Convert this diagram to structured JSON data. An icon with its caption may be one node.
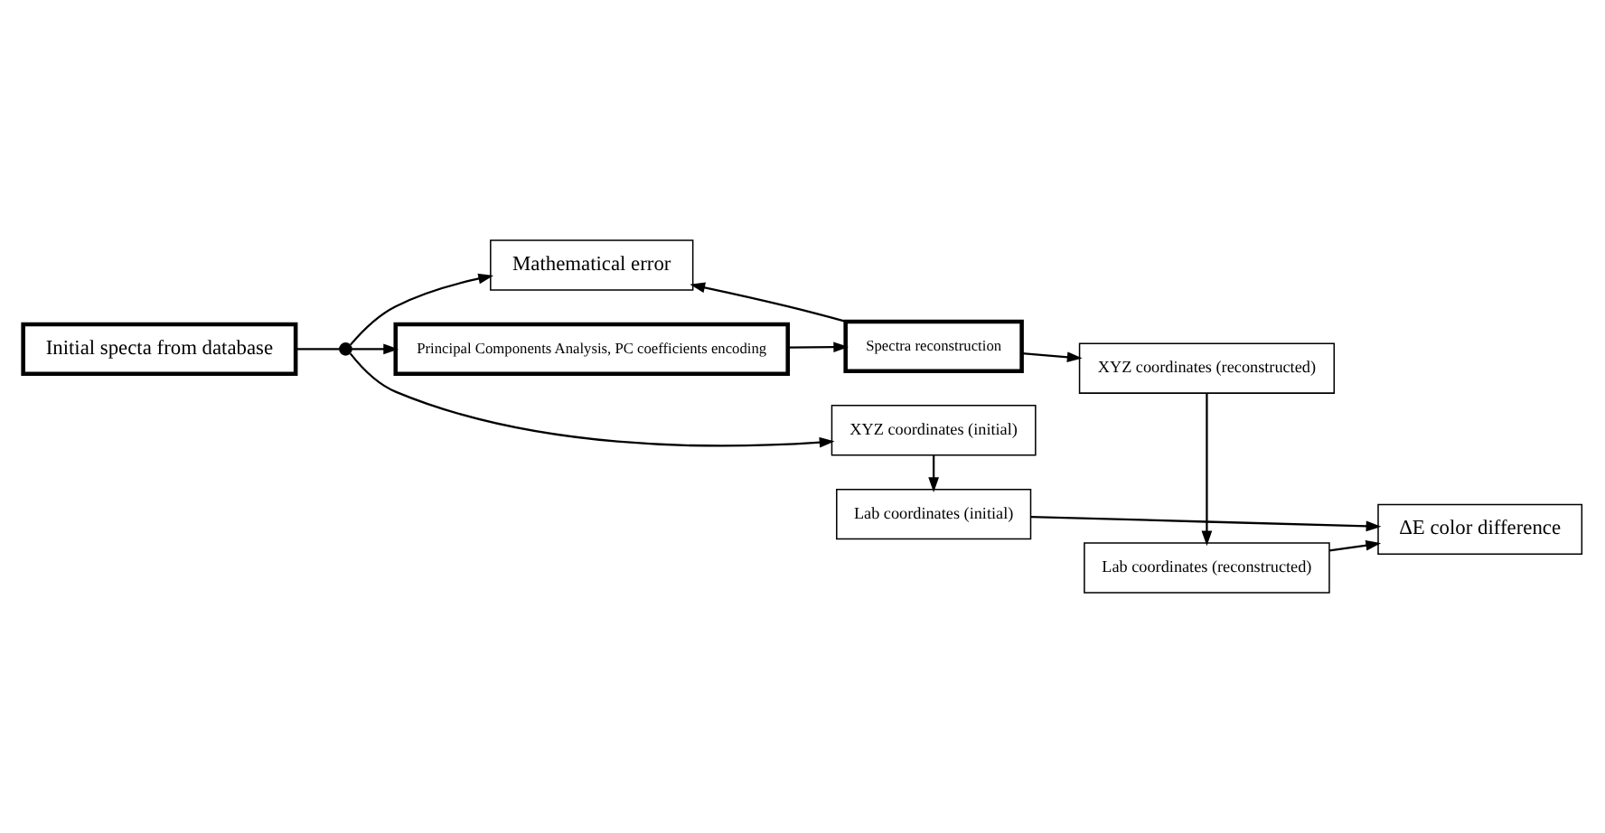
{
  "diagram": {
    "nodes": [
      {
        "text": [
          "Mathematical error"
        ]
      },
      {
        "text": [
          "Initial specta from database"
        ]
      },
      {
        "text": [],
        "shape": "circle"
      },
      {
        "text": [
          "Principal Components Analysis, PC coefficients encoding"
        ]
      },
      {
        "text": [
          "Spectra reconstruction"
        ]
      },
      {
        "text": [
          "XYZ coordinates (initial)"
        ]
      },
      {
        "text": [
          "XYZ coordinates (reconstructed)"
        ]
      },
      {
        "text": [
          "Lab coordinates (initial)"
        ]
      },
      {
        "text": [
          "ΔE color difference"
        ]
      },
      {
        "text": [
          "Lab coordinates (reconstructed)"
        ]
      }
    ],
    "edges": [
      {
        "from": 1,
        "to": 2,
        "arrow": "none"
      },
      {
        "from": 2,
        "to": 0,
        "arrow": "to"
      },
      {
        "from": 2,
        "to": 3,
        "arrow": "to"
      },
      {
        "from": 2,
        "to": 5,
        "arrow": "to"
      },
      {
        "from": 3,
        "to": 4,
        "arrow": "to"
      },
      {
        "from": 4,
        "to": 0,
        "arrow": "to"
      },
      {
        "from": 4,
        "to": 6,
        "arrow": "to"
      },
      {
        "from": 5,
        "to": 7,
        "arrow": "to"
      },
      {
        "from": 7,
        "to": 8,
        "arrow": "to"
      },
      {
        "from": 6,
        "to": 9,
        "arrow": "to"
      },
      {
        "from": 9,
        "to": 8,
        "arrow": "to"
      }
    ]
  }
}
